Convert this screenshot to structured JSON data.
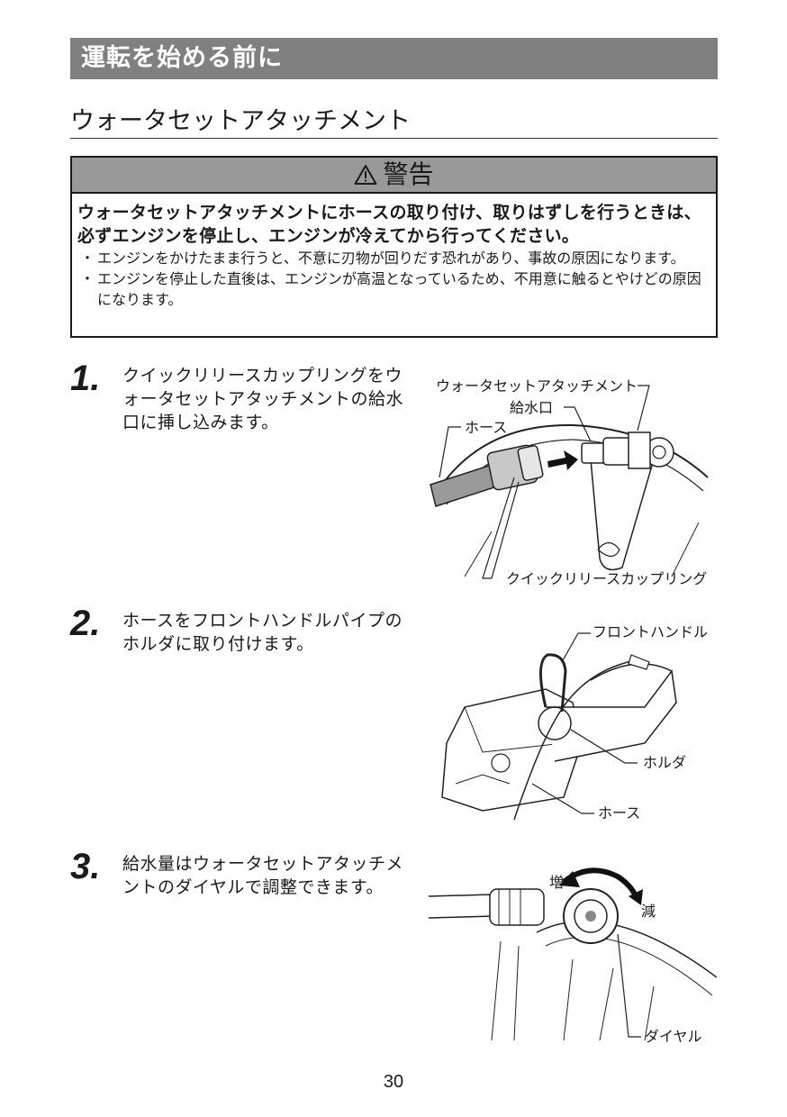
{
  "header": {
    "title": "運転を始める前に"
  },
  "section": {
    "title": "ウォータセットアタッチメント"
  },
  "warning": {
    "title": "警告",
    "main_text": "ウォータセットアタッチメントにホースの取り付け、取りはずしを行うときは、必ずエンジンを停止し、エンジンが冷えてから行ってください。",
    "bullets": [
      "エンジンをかけたまま行うと、不意に刃物が回りだす恐れがあり、事故の原因になります。",
      "エンジンを停止した直後は、エンジンが高温となっているため、不用意に触るとやけどの原因になります。"
    ]
  },
  "steps": [
    {
      "number": "1.",
      "text": "クイックリリースカップリングをウォータセットアタッチメントの給水口に挿し込みます。",
      "labels": [
        "ウォータセットアタッチメント",
        "給水口",
        "ホース",
        "クイックリリースカップリング"
      ]
    },
    {
      "number": "2.",
      "text": "ホースをフロントハンドルパイプのホルダに取り付けます。",
      "labels": [
        "フロントハンドル",
        "ホルダ",
        "ホース"
      ]
    },
    {
      "number": "3.",
      "text": "給水量はウォータセットアタッチメントのダイヤルで調整できます。",
      "labels": [
        "増",
        "減",
        "ダイヤル"
      ]
    }
  ],
  "page_number": "30"
}
